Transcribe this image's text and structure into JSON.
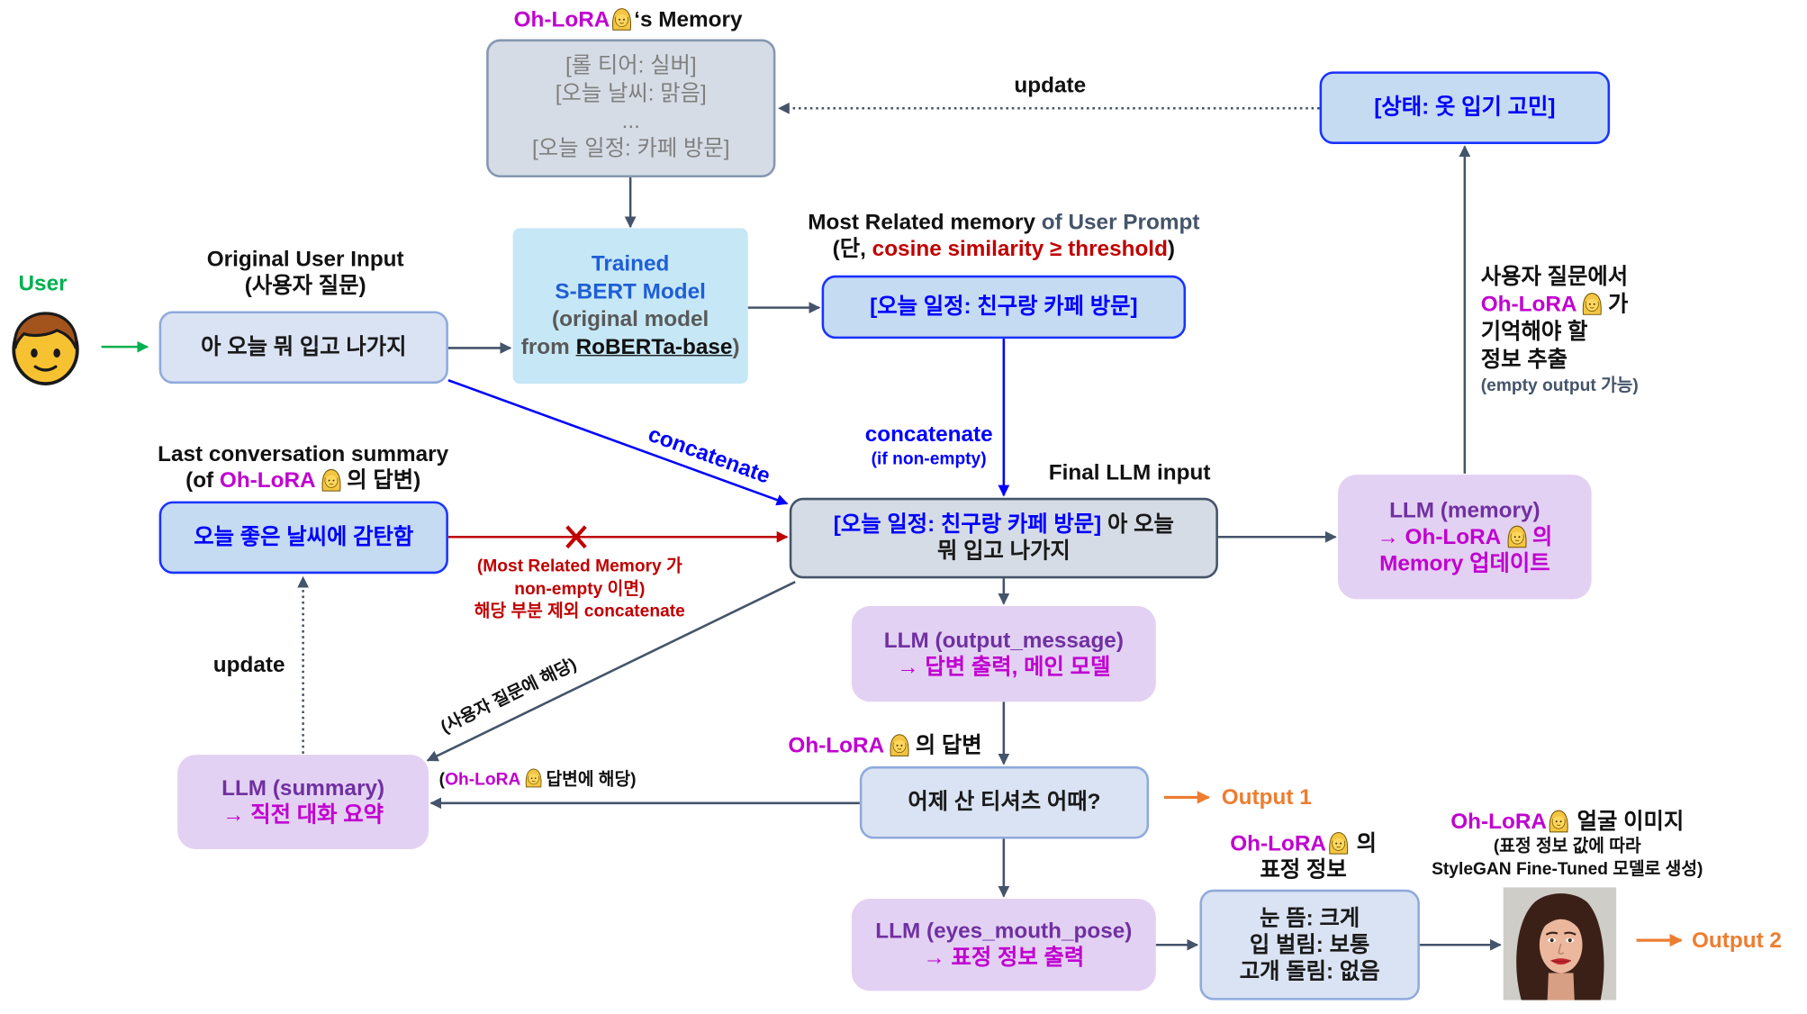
{
  "memory": {
    "owner": "Oh-LoRA",
    "title_suffix": "‘s Memory",
    "items": [
      "[롤 티어: 실버]",
      "[오늘 날씨: 맑음]",
      "...",
      "[오늘 일정: 카페 방문]"
    ]
  },
  "update_labels": {
    "memory_update": "update",
    "summary_update": "update"
  },
  "state": {
    "text": "[상태: 옷 입기 고민]"
  },
  "extraction_note": {
    "line1": "사용자 질문에서",
    "owner": "Oh-LoRA",
    "line2_suffix": "가",
    "line3": "기억해야 할",
    "line4": "정보 추출",
    "note": "(empty output 가능)"
  },
  "user": {
    "label": "User"
  },
  "user_input": {
    "title": "Original User Input",
    "subtitle": "(사용자 질문)",
    "text": "아 오늘 뭐 입고 나가지"
  },
  "sbert": {
    "line1": "Trained",
    "line2": "S-BERT Model",
    "line3": "(original model",
    "line4_prefix": "from",
    "base_model": "RoBERTa-base",
    "line4_suffix": ")"
  },
  "related_memory": {
    "title_main": "Most Related memory",
    "title_rest": "of User Prompt",
    "condition_open": "(단,",
    "condition": "cosine similarity ≥ threshold",
    "condition_close": ")",
    "text": "[오늘 일정: 친구랑 카페 방문]"
  },
  "concat": {
    "vertical_label": "concatenate",
    "vertical_note": "(if non-empty)",
    "diagonal_label": "concatenate"
  },
  "last_summary": {
    "title": "Last conversation summary",
    "subtitle_open": "(of",
    "owner": "Oh-LoRA",
    "subtitle_close": "의 답변)",
    "text": "오늘 좋은 날씨에 감탄함",
    "excluded_note": [
      "(Most Related Memory 가",
      "non-empty 이면)",
      "해당 부분 제외 concatenate"
    ]
  },
  "final_input": {
    "label": "Final LLM input",
    "memory_part": "[오늘 일정: 친구랑 카페 방문]",
    "user_part_1": "아 오늘",
    "user_part_2": "뭐 입고 나가지"
  },
  "llm_memory": {
    "title": "LLM (memory)",
    "arrow": "→",
    "owner": "Oh-LoRA",
    "suffix": "의",
    "line3": "Memory 업데이트"
  },
  "llm_output": {
    "title": "LLM (output_message)",
    "desc": "→ 답변 출력, 메인 모델"
  },
  "user_question_label": "(사용자 질문에 해당)",
  "llm_summary": {
    "title": "LLM (summary)",
    "desc": "→ 직전 대화 요약"
  },
  "answer": {
    "owner": "Oh-LoRA",
    "title_suffix": "의 답변",
    "text": "어제 산 티셔츠 어때?",
    "side_open": "(",
    "side_owner": "Oh-LoRA",
    "side_close": "답변에 해당)"
  },
  "outputs": {
    "output1": "Output 1",
    "output2": "Output 2"
  },
  "llm_pose": {
    "title": "LLM (eyes_mouth_pose)",
    "desc": "→ 표정 정보 출력"
  },
  "expression": {
    "owner": "Oh-LoRA",
    "title_suffix": "의",
    "title_line2": "표정 정보",
    "items": [
      "눈 뜸: 크게",
      "입 벌림: 보통",
      "고개 돌림: 없음"
    ]
  },
  "face": {
    "owner": "Oh-LoRA",
    "title_suffix": "얼굴 이미지",
    "note1": "(표정 정보 값에 따라",
    "note2": "StyleGAN Fine-Tuned 모델로 생성)"
  },
  "icons": {
    "user": "boy-face-emoji",
    "oh_lora": "blond-woman-emoji",
    "face_image": "generated-woman-face-photo",
    "excluded_marker": "red-x-mark"
  },
  "colors": {
    "oh_lora": "#c000d0",
    "highlight_blue": "#0000ff",
    "blue_border": "#1a33ff",
    "warning_red": "#c00000",
    "llm_title_purple": "#7030a0",
    "user_green": "#00b050",
    "output_orange": "#ed7d31",
    "arrow_slate": "#44546a"
  }
}
